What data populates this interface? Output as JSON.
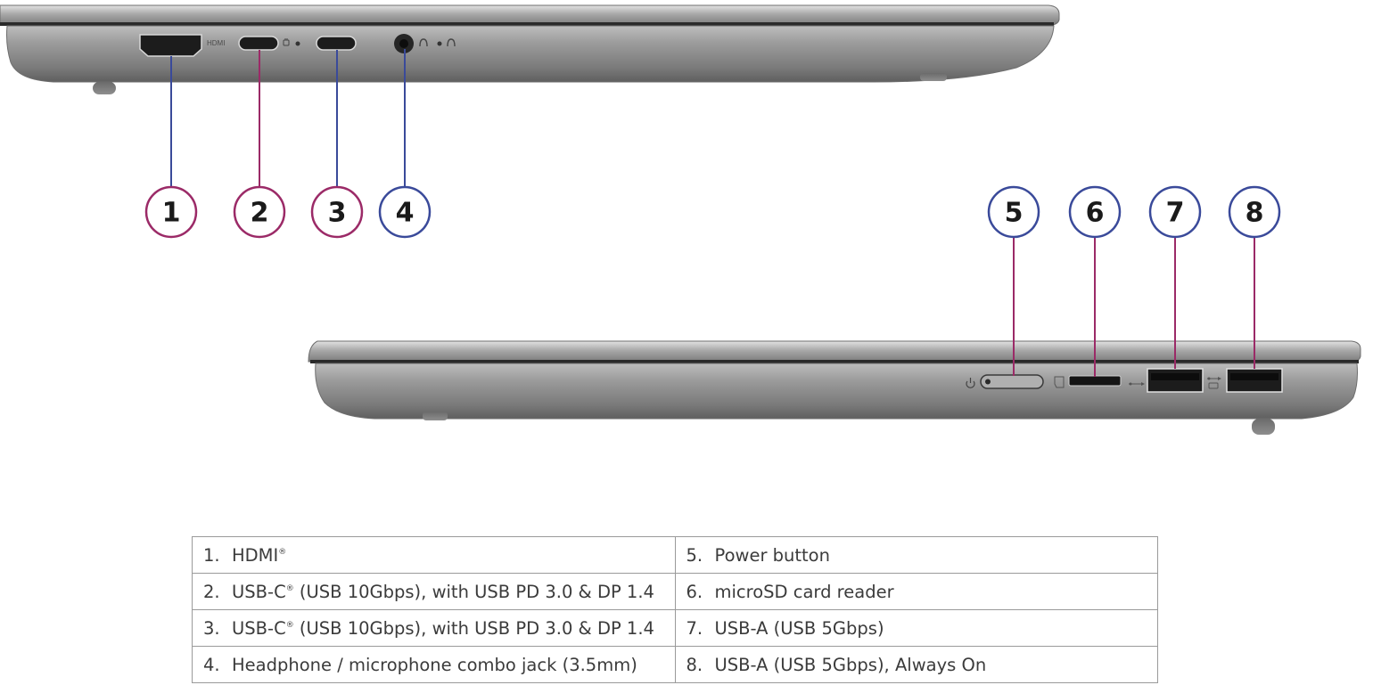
{
  "callouts": [
    "1",
    "2",
    "3",
    "4",
    "5",
    "6",
    "7",
    "8"
  ],
  "port_labels": {
    "hdmi": "HDMI"
  },
  "ports": [
    {
      "num": "1.",
      "name": "HDMI",
      "sup": "®",
      "rest": ""
    },
    {
      "num": "2.",
      "name": "USB-C",
      "sup": "®",
      "rest": " (USB 10Gbps), with USB PD 3.0 & DP 1.4"
    },
    {
      "num": "3.",
      "name": "USB-C",
      "sup": "®",
      "rest": " (USB 10Gbps), with USB PD 3.0 & DP 1.4"
    },
    {
      "num": "4.",
      "name": "Headphone / microphone combo jack (3.5mm)",
      "sup": "",
      "rest": ""
    },
    {
      "num": "5.",
      "name": "Power button",
      "sup": "",
      "rest": ""
    },
    {
      "num": "6.",
      "name": "microSD card reader",
      "sup": "",
      "rest": ""
    },
    {
      "num": "7.",
      "name": "USB-A (USB 5Gbps)",
      "sup": "",
      "rest": ""
    },
    {
      "num": "8.",
      "name": "USB-A (USB 5Gbps), Always On",
      "sup": "",
      "rest": ""
    }
  ],
  "colors": {
    "magenta": "#9b2a67",
    "navy": "#3a4a9a",
    "chassis": "#8c8c8c",
    "table_border": "#9a9a9a",
    "text": "#3b3b3b"
  }
}
